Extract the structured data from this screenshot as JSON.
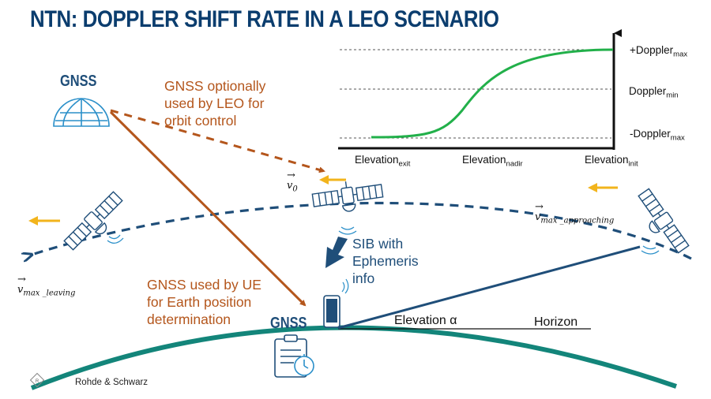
{
  "title": "NTN: DOPPLER SHIFT RATE IN A LEO SCENARIO",
  "gnss_labels": {
    "top": "GNSS",
    "bottom": "GNSS"
  },
  "notes": {
    "gnss_leo": [
      "GNSS optionally",
      "used by LEO for",
      "orbit control"
    ],
    "gnss_ue": [
      "GNSS used by UE",
      "for Earth position",
      "determination"
    ],
    "sib": [
      "SIB with",
      "Ephemeris",
      "info"
    ]
  },
  "chart": {
    "y_labels": [
      {
        "main": "+Doppler",
        "sub": "max"
      },
      {
        "main": "Doppler",
        "sub": "min"
      },
      {
        "main": "-Doppler",
        "sub": "max"
      }
    ],
    "x_labels": [
      {
        "main": "Elevation",
        "sub": "exit"
      },
      {
        "main": "Elevation",
        "sub": "nadir"
      },
      {
        "main": "Elevation",
        "sub": "init"
      }
    ]
  },
  "velocity_labels": {
    "v0": {
      "main": "v",
      "sub": "0"
    },
    "leaving": {
      "main": "v",
      "sub": "max _leaving"
    },
    "approaching": {
      "main": "v",
      "sub": "max _approaching"
    }
  },
  "ground": {
    "elevation": "Elevation α",
    "horizon": "Horizon"
  },
  "brand": "Rohde & Schwarz",
  "colors": {
    "title": "#0b3d6e",
    "orbit": "#1f4e79",
    "orange": "#b4561c",
    "earth": "#13857a",
    "curve": "#22b04a",
    "arrow": "#f2b41c"
  }
}
